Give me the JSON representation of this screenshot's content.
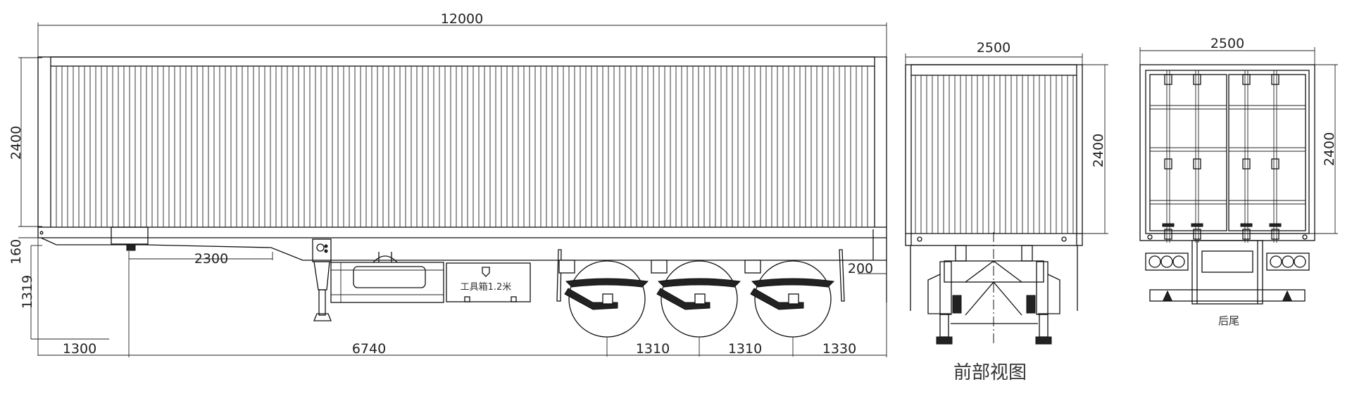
{
  "side_view": {
    "dimensions": {
      "overall_length": "12000",
      "box_height": "2400",
      "frame_height": "160",
      "kingpin_height": "1319",
      "front_overhang": "1300",
      "kingpin_to_axle": "6740",
      "gooseneck_length": "2300",
      "axle_spacing_1": "1310",
      "axle_spacing_2": "1310",
      "rear_overhang": "1330",
      "rear_offset": "200"
    },
    "toolbox_label": "工具箱1.2米"
  },
  "front_view": {
    "width": "2500",
    "height": "2400",
    "caption": "前部视图"
  },
  "rear_view": {
    "width": "2500",
    "height": "2400",
    "caption": "后尾"
  }
}
